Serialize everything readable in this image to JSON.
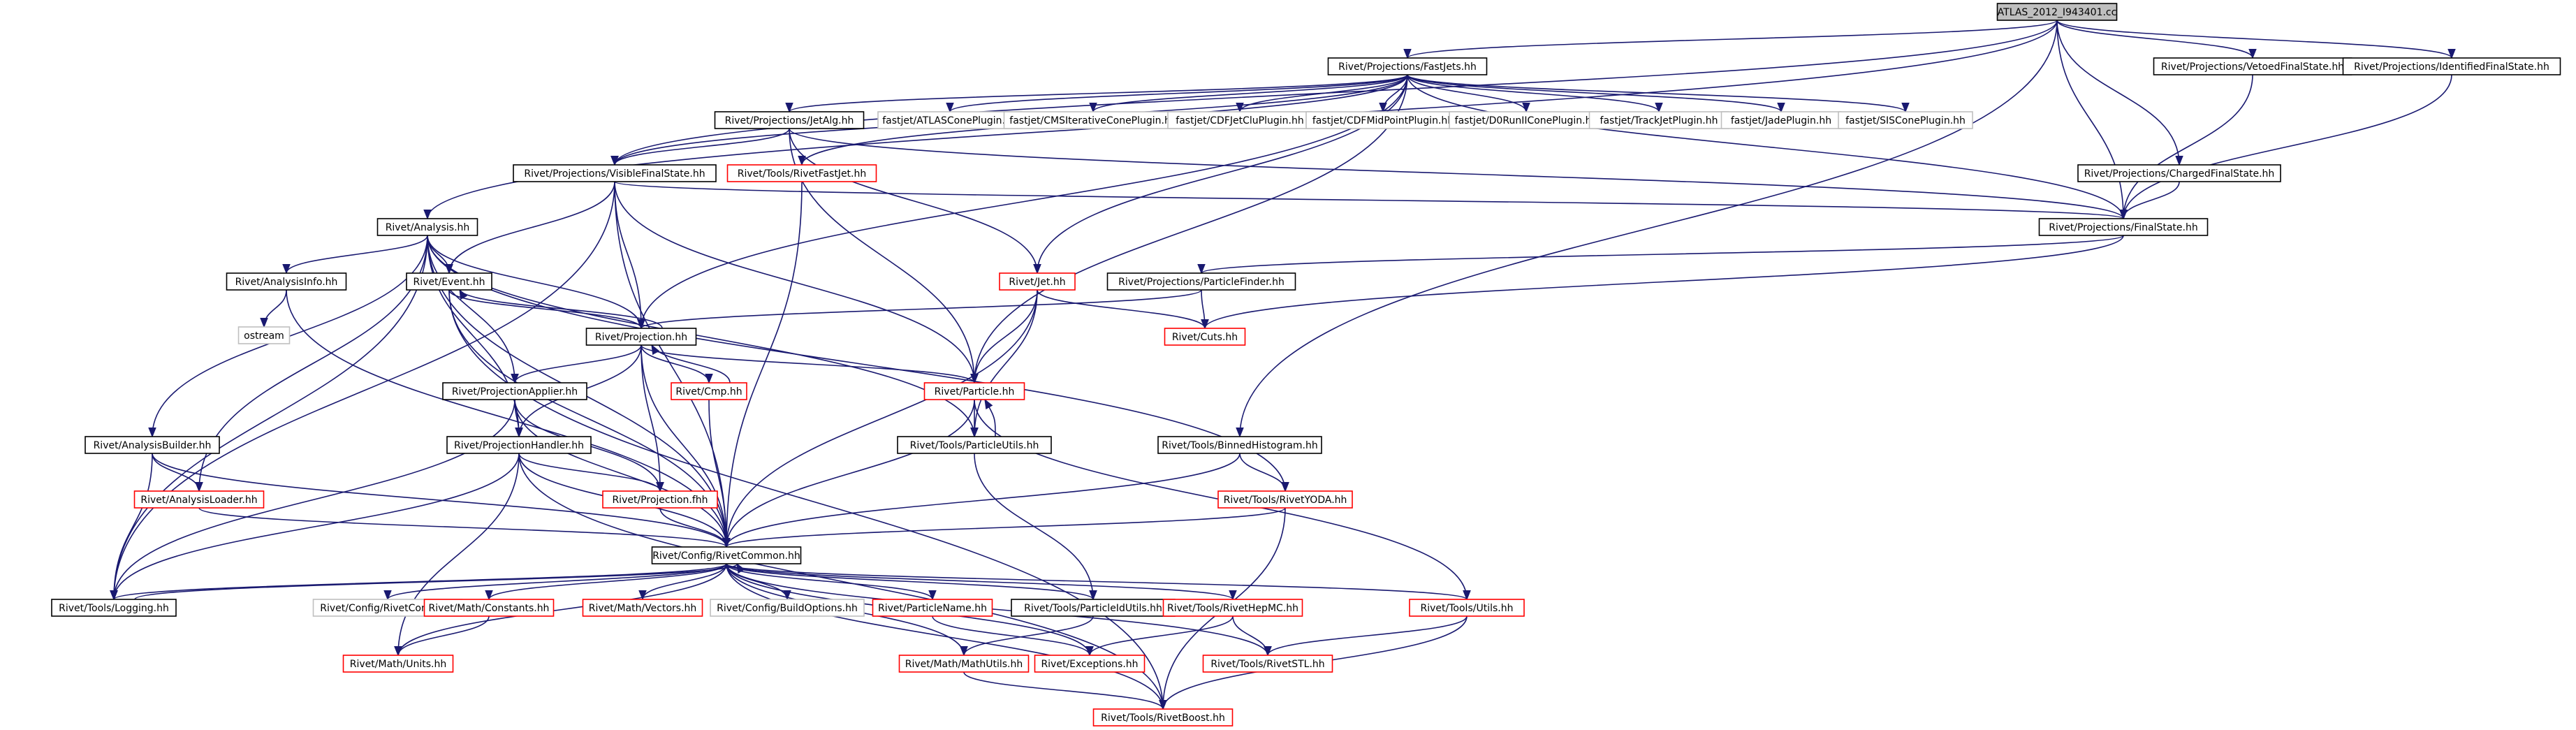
{
  "colors": {
    "edge": "#191970",
    "edge_alt": "#8b1a1a",
    "border_black": "#000000",
    "border_red": "#ff0000",
    "border_grey": "#bfbfbf",
    "fill_root": "#bfbfbf",
    "fill_white": "#ffffff"
  },
  "nodes": [
    {
      "id": "root",
      "label": "ATLAS_2012_I943401.cc",
      "style": "root"
    },
    {
      "id": "fastjets",
      "label": "Rivet/Projections/FastJets.hh",
      "style": "black"
    },
    {
      "id": "vetoed",
      "label": "Rivet/Projections/VetoedFinalState.hh",
      "style": "black"
    },
    {
      "id": "identified",
      "label": "Rivet/Projections/IdentifiedFinalState.hh",
      "style": "black"
    },
    {
      "id": "jetalg",
      "label": "Rivet/Projections/JetAlg.hh",
      "style": "black"
    },
    {
      "id": "atlascone",
      "label": "fastjet/ATLASConePlugin.hh",
      "style": "grey"
    },
    {
      "id": "cmscone",
      "label": "fastjet/CMSIterativeConePlugin.hh",
      "style": "grey"
    },
    {
      "id": "cdfjetclu",
      "label": "fastjet/CDFJetCluPlugin.hh",
      "style": "grey"
    },
    {
      "id": "cdfmid",
      "label": "fastjet/CDFMidPointPlugin.hh",
      "style": "grey"
    },
    {
      "id": "d0run",
      "label": "fastjet/D0RunIIConePlugin.hh",
      "style": "grey"
    },
    {
      "id": "trackjet",
      "label": "fastjet/TrackJetPlugin.hh",
      "style": "grey"
    },
    {
      "id": "jade",
      "label": "fastjet/JadePlugin.hh",
      "style": "grey"
    },
    {
      "id": "siscone",
      "label": "fastjet/SISConePlugin.hh",
      "style": "grey"
    },
    {
      "id": "visible",
      "label": "Rivet/Projections/VisibleFinalState.hh",
      "style": "black"
    },
    {
      "id": "rivetfastjet",
      "label": "Rivet/Tools/RivetFastJet.hh",
      "style": "red"
    },
    {
      "id": "charged",
      "label": "Rivet/Projections/ChargedFinalState.hh",
      "style": "black"
    },
    {
      "id": "analysis",
      "label": "Rivet/Analysis.hh",
      "style": "black"
    },
    {
      "id": "finalstate",
      "label": "Rivet/Projections/FinalState.hh",
      "style": "black"
    },
    {
      "id": "analysisinfo",
      "label": "Rivet/AnalysisInfo.hh",
      "style": "black"
    },
    {
      "id": "event",
      "label": "Rivet/Event.hh",
      "style": "black"
    },
    {
      "id": "jet",
      "label": "Rivet/Jet.hh",
      "style": "red"
    },
    {
      "id": "particlefinder",
      "label": "Rivet/Projections/ParticleFinder.hh",
      "style": "black"
    },
    {
      "id": "ostream",
      "label": "ostream",
      "style": "grey"
    },
    {
      "id": "projection",
      "label": "Rivet/Projection.hh",
      "style": "black"
    },
    {
      "id": "cuts",
      "label": "Rivet/Cuts.hh",
      "style": "red"
    },
    {
      "id": "projapplier",
      "label": "Rivet/ProjectionApplier.hh",
      "style": "black"
    },
    {
      "id": "cmp",
      "label": "Rivet/Cmp.hh",
      "style": "red"
    },
    {
      "id": "particle",
      "label": "Rivet/Particle.hh",
      "style": "red"
    },
    {
      "id": "analysisbuilder",
      "label": "Rivet/AnalysisBuilder.hh",
      "style": "black"
    },
    {
      "id": "projhandler",
      "label": "Rivet/ProjectionHandler.hh",
      "style": "black"
    },
    {
      "id": "particleutils",
      "label": "Rivet/Tools/ParticleUtils.hh",
      "style": "black"
    },
    {
      "id": "binnedhisto",
      "label": "Rivet/Tools/BinnedHistogram.hh",
      "style": "black"
    },
    {
      "id": "analysisloader",
      "label": "Rivet/AnalysisLoader.hh",
      "style": "red"
    },
    {
      "id": "projfhh",
      "label": "Rivet/Projection.fhh",
      "style": "red"
    },
    {
      "id": "rivetyoda",
      "label": "Rivet/Tools/RivetYODA.hh",
      "style": "red"
    },
    {
      "id": "rivetcommon",
      "label": "Rivet/Config/RivetCommon.hh",
      "style": "black"
    },
    {
      "id": "logging",
      "label": "Rivet/Tools/Logging.hh",
      "style": "black"
    },
    {
      "id": "rivetconfig",
      "label": "Rivet/Config/RivetConfig.hh",
      "style": "grey"
    },
    {
      "id": "constants",
      "label": "Rivet/Math/Constants.hh",
      "style": "red"
    },
    {
      "id": "vectors",
      "label": "Rivet/Math/Vectors.hh",
      "style": "red"
    },
    {
      "id": "buildoptions",
      "label": "Rivet/Config/BuildOptions.hh",
      "style": "grey"
    },
    {
      "id": "particlename",
      "label": "Rivet/ParticleName.hh",
      "style": "red"
    },
    {
      "id": "particleidutils",
      "label": "Rivet/Tools/ParticleIdUtils.hh",
      "style": "black"
    },
    {
      "id": "rivethepmc",
      "label": "Rivet/Tools/RivetHepMC.hh",
      "style": "red"
    },
    {
      "id": "utils",
      "label": "Rivet/Tools/Utils.hh",
      "style": "red"
    },
    {
      "id": "units",
      "label": "Rivet/Math/Units.hh",
      "style": "red"
    },
    {
      "id": "mathutils",
      "label": "Rivet/Math/MathUtils.hh",
      "style": "red"
    },
    {
      "id": "exceptions",
      "label": "Rivet/Exceptions.hh",
      "style": "red"
    },
    {
      "id": "rivetstl",
      "label": "Rivet/Tools/RivetSTL.hh",
      "style": "red"
    },
    {
      "id": "rivetboost",
      "label": "Rivet/Tools/RivetBoost.hh",
      "style": "red"
    }
  ],
  "edges": [
    [
      "root",
      "fastjets"
    ],
    [
      "root",
      "vetoed"
    ],
    [
      "root",
      "identified"
    ],
    [
      "root",
      "charged"
    ],
    [
      "root",
      "analysis"
    ],
    [
      "root",
      "finalstate"
    ],
    [
      "root",
      "binnedhisto"
    ],
    [
      "root",
      "visible"
    ],
    [
      "fastjets",
      "jetalg"
    ],
    [
      "fastjets",
      "atlascone"
    ],
    [
      "fastjets",
      "cmscone"
    ],
    [
      "fastjets",
      "cdfjetclu"
    ],
    [
      "fastjets",
      "cdfmid"
    ],
    [
      "fastjets",
      "d0run"
    ],
    [
      "fastjets",
      "trackjet"
    ],
    [
      "fastjets",
      "jade"
    ],
    [
      "fastjets",
      "siscone"
    ],
    [
      "fastjets",
      "visible"
    ],
    [
      "fastjets",
      "rivetfastjet"
    ],
    [
      "fastjets",
      "jet"
    ],
    [
      "fastjets",
      "particle"
    ],
    [
      "fastjets",
      "projection"
    ],
    [
      "fastjets",
      "finalstate"
    ],
    [
      "vetoed",
      "finalstate"
    ],
    [
      "identified",
      "finalstate"
    ],
    [
      "charged",
      "finalstate"
    ],
    [
      "jetalg",
      "visible"
    ],
    [
      "jetalg",
      "jet"
    ],
    [
      "jetalg",
      "particle"
    ],
    [
      "jetalg",
      "finalstate"
    ],
    [
      "visible",
      "finalstate"
    ],
    [
      "visible",
      "event"
    ],
    [
      "visible",
      "projection"
    ],
    [
      "visible",
      "particle"
    ],
    [
      "visible",
      "rivetcommon"
    ],
    [
      "visible",
      "logging"
    ],
    [
      "rivetfastjet",
      "rivetcommon"
    ],
    [
      "analysis",
      "analysisinfo"
    ],
    [
      "analysis",
      "event"
    ],
    [
      "analysis",
      "projection"
    ],
    [
      "analysis",
      "projapplier"
    ],
    [
      "analysis",
      "projhandler"
    ],
    [
      "analysis",
      "analysisbuilder"
    ],
    [
      "analysis",
      "analysisloader"
    ],
    [
      "analysis",
      "logging"
    ],
    [
      "analysis",
      "rivetcommon"
    ],
    [
      "analysis",
      "particleutils"
    ],
    [
      "analysis",
      "rivetyoda"
    ],
    [
      "analysisinfo",
      "ostream"
    ],
    [
      "analysisinfo",
      "rivetcommon"
    ],
    [
      "finalstate",
      "particlefinder"
    ],
    [
      "finalstate",
      "cuts"
    ],
    [
      "particlefinder",
      "projection"
    ],
    [
      "particlefinder",
      "cuts"
    ],
    [
      "jet",
      "cuts"
    ],
    [
      "jet",
      "particle"
    ],
    [
      "jet",
      "particleutils"
    ],
    [
      "jet",
      "rivetcommon"
    ],
    [
      "event",
      "projection"
    ],
    [
      "event",
      "rivetcommon"
    ],
    [
      "event",
      "rivetboost"
    ],
    [
      "projection",
      "event"
    ],
    [
      "projection",
      "projapplier"
    ],
    [
      "projection",
      "projhandler"
    ],
    [
      "projection",
      "cmp"
    ],
    [
      "projection",
      "projfhh"
    ],
    [
      "projection",
      "particle"
    ],
    [
      "projection",
      "rivetcommon"
    ],
    [
      "cmp",
      "projection"
    ],
    [
      "cmp",
      "rivetcommon"
    ],
    [
      "projapplier",
      "projhandler"
    ],
    [
      "projapplier",
      "projfhh"
    ],
    [
      "projapplier",
      "logging"
    ],
    [
      "projapplier",
      "rivetcommon"
    ],
    [
      "projhandler",
      "projfhh"
    ],
    [
      "projhandler",
      "logging"
    ],
    [
      "projhandler",
      "rivetcommon"
    ],
    [
      "projhandler",
      "units"
    ],
    [
      "projhandler",
      "rivetboost"
    ],
    [
      "particle",
      "particleutils"
    ],
    [
      "particle",
      "rivetcommon"
    ],
    [
      "particle",
      "utils"
    ],
    [
      "particleutils",
      "particle"
    ],
    [
      "particleutils",
      "particleidutils"
    ],
    [
      "analysisbuilder",
      "analysisloader"
    ],
    [
      "analysisbuilder",
      "logging"
    ],
    [
      "analysisbuilder",
      "rivetcommon"
    ],
    [
      "analysisloader",
      "rivetcommon"
    ],
    [
      "binnedhisto",
      "rivetyoda"
    ],
    [
      "binnedhisto",
      "rivetcommon"
    ],
    [
      "rivetyoda",
      "rivetcommon"
    ],
    [
      "rivetyoda",
      "rivetboost"
    ],
    [
      "projfhh",
      "rivetcommon"
    ],
    [
      "rivetcommon",
      "logging"
    ],
    [
      "rivetcommon",
      "rivetconfig"
    ],
    [
      "rivetcommon",
      "constants"
    ],
    [
      "rivetcommon",
      "vectors"
    ],
    [
      "rivetcommon",
      "buildoptions"
    ],
    [
      "rivetcommon",
      "particlename"
    ],
    [
      "rivetcommon",
      "particleidutils"
    ],
    [
      "rivetcommon",
      "rivethepmc"
    ],
    [
      "rivetcommon",
      "utils"
    ],
    [
      "rivetcommon",
      "exceptions"
    ],
    [
      "rivetcommon",
      "rivetstl"
    ],
    [
      "rivetcommon",
      "rivetboost"
    ],
    [
      "rivetcommon",
      "mathutils"
    ],
    [
      "rivetcommon",
      "units"
    ],
    [
      "logging",
      "rivetcommon"
    ],
    [
      "constants",
      "units"
    ],
    [
      "particlename",
      "exceptions"
    ],
    [
      "particleidutils",
      "mathutils"
    ],
    [
      "rivethepmc",
      "exceptions"
    ],
    [
      "rivethepmc",
      "rivetstl"
    ],
    [
      "utils",
      "rivetstl"
    ],
    [
      "utils",
      "rivetboost"
    ],
    [
      "mathutils",
      "rivetboost"
    ]
  ]
}
